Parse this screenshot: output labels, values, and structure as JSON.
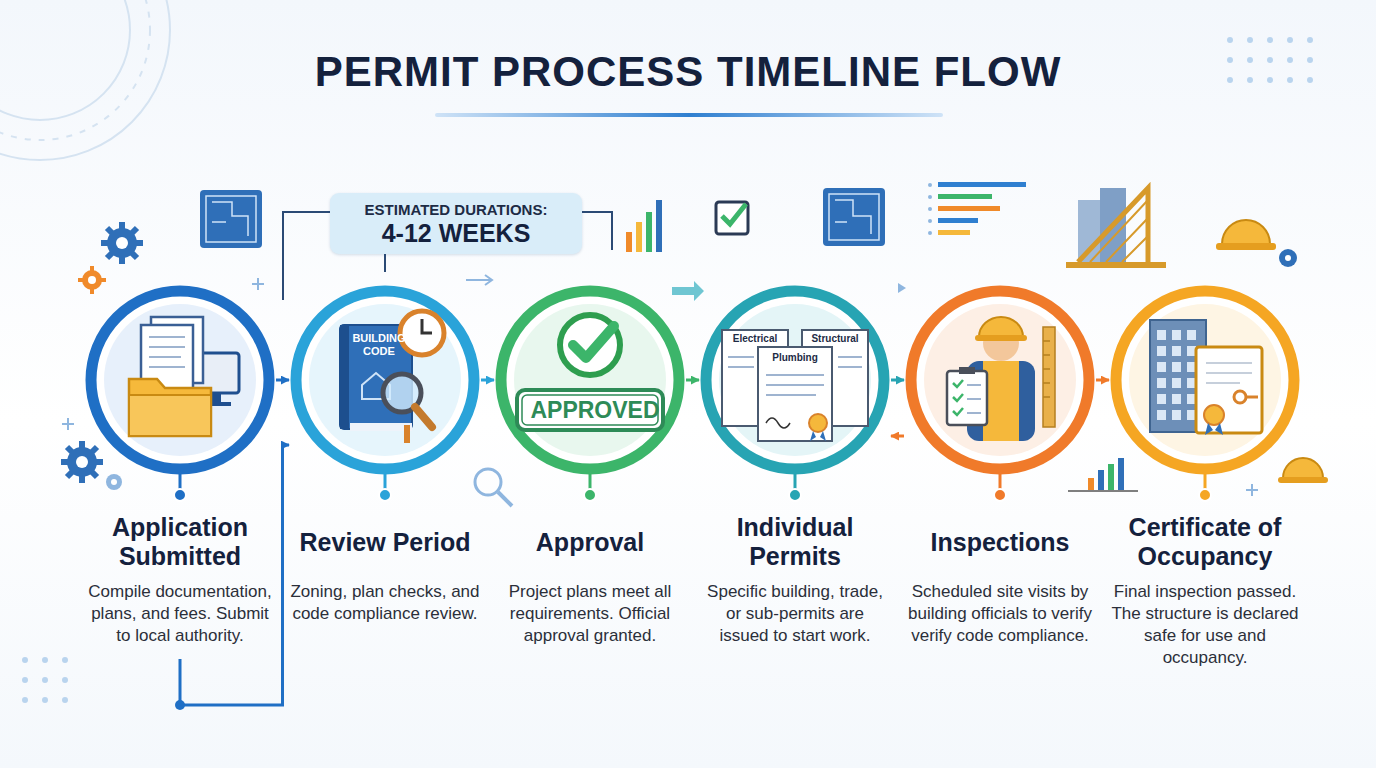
{
  "diagram": {
    "title": "PERMIT PROCESS TIMELINE FLOW",
    "nodes": [
      {
        "text": [
          "ESTIMATED DURATIONS:",
          "4-12 WEEKS"
        ]
      },
      {
        "text": [
          "Application Submitted",
          "Compile documentation, plans, and fees. Submit to local authority."
        ]
      },
      {
        "text": [
          "Review Period",
          "Zoning, plan checks, and code compliance review."
        ]
      },
      {
        "text": [
          "Approval",
          "Project plans meet all requirements. Official approval granted."
        ]
      },
      {
        "text": [
          "Individual Permits",
          "Specific building, trade, or sub-permits are issued to start work."
        ]
      },
      {
        "text": [
          "Inspections",
          "Scheduled site visits by building officials to verify verify code compliance."
        ]
      },
      {
        "text": [
          "Certificate of Occupancy",
          "Final inspection passed. The structure is declared safe for use and occupancy."
        ]
      }
    ],
    "edges": [
      {
        "from": 1,
        "to": 2,
        "arrow": "to"
      },
      {
        "from": 2,
        "to": 3,
        "arrow": "to"
      },
      {
        "from": 3,
        "to": 4,
        "arrow": "to"
      },
      {
        "from": 4,
        "to": 5,
        "arrow": "to"
      },
      {
        "from": 5,
        "to": 6,
        "arrow": "to"
      },
      {
        "from": 5,
        "to": 4,
        "arrow": "to"
      },
      {
        "from": 1,
        "to": 2,
        "arrow": "to"
      }
    ],
    "labels": [
      "BUILDING CODE",
      "APPROVED",
      "Electrical",
      "Structural",
      "Plumbing"
    ]
  }
}
